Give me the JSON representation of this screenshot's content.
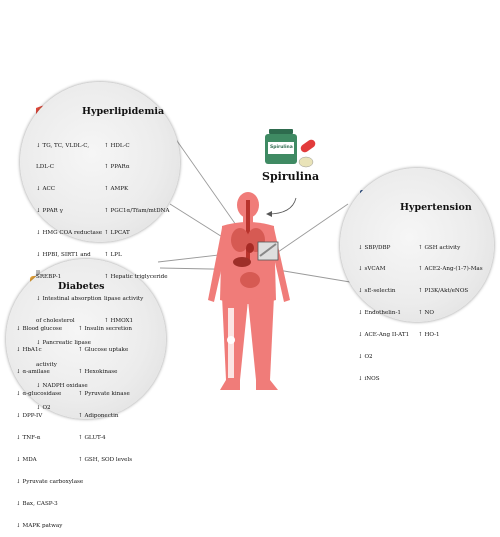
{
  "spirulina": {
    "label": "Spirulina",
    "jar_label": "Spirulina"
  },
  "hyperlipidemia": {
    "title": "Hyperlipidemia",
    "left": [
      "↓ TG, TC, VLDL-C,",
      "LDL-C",
      "↓ ACC",
      "↓ PPAR γ",
      "↓ HMG COA reductase",
      "↓ HPBI, SIRT1 and",
      "SREBP-1",
      "↓ Intestinal absorption",
      "of cholesterol",
      "↓ Pancreatic lipase",
      "activity",
      "↓ NADPH oxidase",
      "↓ O2"
    ],
    "right": [
      "↑ HDL-C",
      "↑ PPARα",
      "↑ AMPK",
      "↑ PGC1α/Tfam/mtDNA",
      "↑ LPCAT",
      "↑ LPL",
      "↑ Hepatic triglyceride",
      "lipase activity",
      "↑ HMOX1"
    ]
  },
  "diabetes": {
    "title": "Diabetes",
    "left": [
      "↓ Blood glucose",
      "↓ HbA1c",
      "↓ α-amilase",
      "↓ α-glucosidase",
      "↓ DPP-IV",
      "↓ TNF-α",
      "↓ MDA",
      "↓ Pyruvate carboxylase",
      "↓ Bax, CASP-3",
      "↓ MAPK patway"
    ],
    "right": [
      "↑ Insulin secretion",
      "↑ Glucose uptake",
      "↑ Hexokinase",
      "↑ Pyruvate kinase",
      "↑ Adiponectin",
      "↑ GLUT-4",
      "↑ GSH, SOD levels"
    ]
  },
  "hypertension": {
    "title": "Hypertension",
    "left": [
      "↓ SBP/DBP",
      "↓ sVCAM",
      "↓ sE-selectin",
      "↓ Endothelin-1",
      "↓ ACE-Ang II-AT1",
      "↓ O2",
      "↓ iNOS"
    ],
    "right": [
      "↑ GSH activity",
      "↑ ACE2-Ang-(1-7)-Mas",
      "↑ PI3K/Akt/eNOS",
      "↑ NO",
      "↑ HO-1"
    ]
  },
  "colors": {
    "body": "#f07c79",
    "organ": "#c8463f",
    "circle": "#ececec",
    "line": "#9a9a9a"
  }
}
